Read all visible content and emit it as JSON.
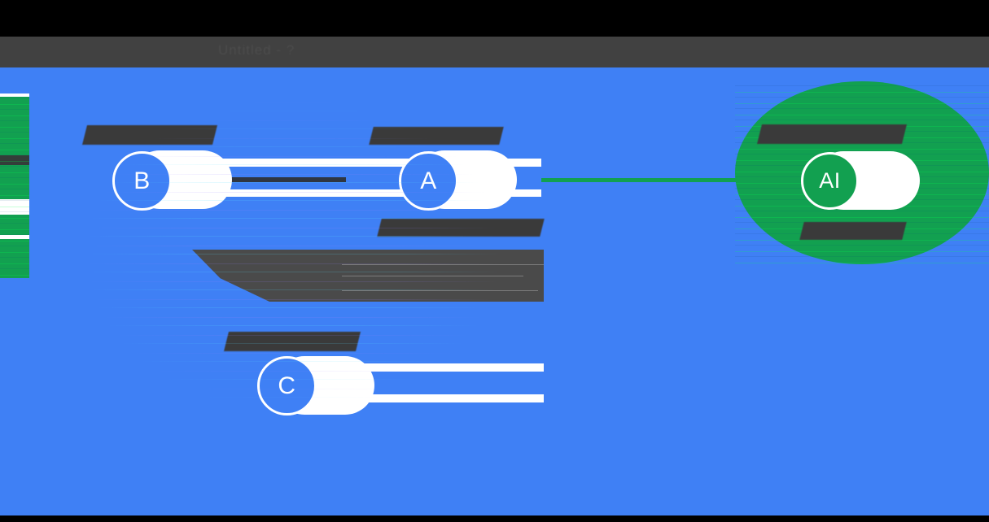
{
  "window": {
    "title": "Untitled - ?",
    "titlebar_color": "#414141"
  },
  "canvas": {
    "background_color": "#3f80f5",
    "accent_green": "#12a050",
    "accent_blue": "#3f80f5",
    "edge_dark_color": "#2f3642",
    "edge_green_color": "#12a050"
  },
  "nodes": [
    {
      "id": "b",
      "label": "B",
      "type": "blue",
      "caption": "(illegible)"
    },
    {
      "id": "a",
      "label": "A",
      "type": "blue",
      "caption": "(illegible)"
    },
    {
      "id": "c",
      "label": "C",
      "type": "blue",
      "caption": "(illegible)"
    },
    {
      "id": "ai",
      "label": "AI",
      "type": "green",
      "caption": "(illegible)"
    }
  ],
  "labels": {
    "above_b": "(illegible)",
    "above_a": "(illegible)",
    "below_a": "(illegible)",
    "above_c": "(illegible)",
    "above_ai": "(illegible)",
    "below_ai": "(illegible)",
    "center_block": "(illegible)"
  },
  "edges": [
    {
      "from": "b",
      "to": "a",
      "color": "#2f3642"
    },
    {
      "from": "a",
      "to": "ai",
      "color": "#12a050"
    }
  ]
}
